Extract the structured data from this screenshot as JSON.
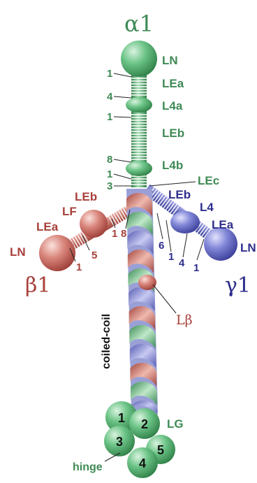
{
  "chains": {
    "alpha": {
      "name": "α1",
      "color": "#3f8a55",
      "domains": [
        "LN",
        "LEa",
        "L4a",
        "LEb",
        "L4b",
        "LEc"
      ],
      "repeats": [
        "1",
        "4",
        "1",
        "8",
        "1",
        "3"
      ]
    },
    "beta": {
      "name": "β1",
      "color": "#a8403a",
      "domains": [
        "LEb",
        "LF",
        "LEa",
        "LN"
      ],
      "repeats": [
        "1",
        "8",
        "5",
        "1"
      ]
    },
    "gamma": {
      "name": "γ1",
      "color": "#2e2e8c",
      "domains": [
        "LEb",
        "L4",
        "LEa",
        "LN"
      ],
      "repeats": [
        "6",
        "1",
        "4",
        "1"
      ]
    }
  },
  "labels": {
    "coiled_coil": "coiled-coil",
    "l_beta": "Lβ",
    "lg": "LG",
    "hinge": "hinge"
  },
  "lg_modules": [
    "1",
    "2",
    "3",
    "4",
    "5"
  ],
  "colors": {
    "alpha_fill": "#5dbb7a",
    "beta_fill": "#d47f75",
    "gamma_fill": "#7a7fcf",
    "lg_fill": "#3aa866"
  }
}
